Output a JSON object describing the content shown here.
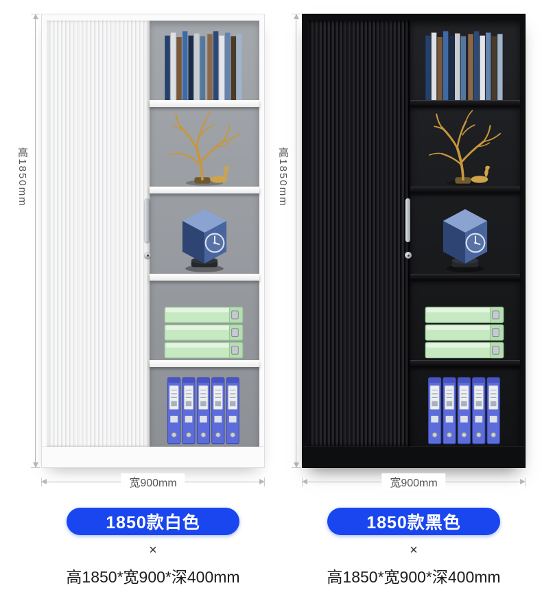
{
  "products": [
    {
      "variant": "white",
      "height_label": "高1850mm",
      "width_label": "宽900mm",
      "badge_label": "1850款白色",
      "badge_color": "#1a46f0",
      "multiply_symbol": "×",
      "spec_text": "高1850*宽900*深400mm"
    },
    {
      "variant": "black",
      "height_label": "高1850mm",
      "width_label": "宽900mm",
      "badge_label": "1850款黑色",
      "badge_color": "#1a46f0",
      "multiply_symbol": "×",
      "spec_text": "高1850*宽900*深400mm"
    }
  ],
  "decor_items": [
    "magazines",
    "gold-tree-ornament",
    "cube-clock",
    "green-file-boxes",
    "blue-binders"
  ],
  "annotation_color": "#b8b8b8"
}
